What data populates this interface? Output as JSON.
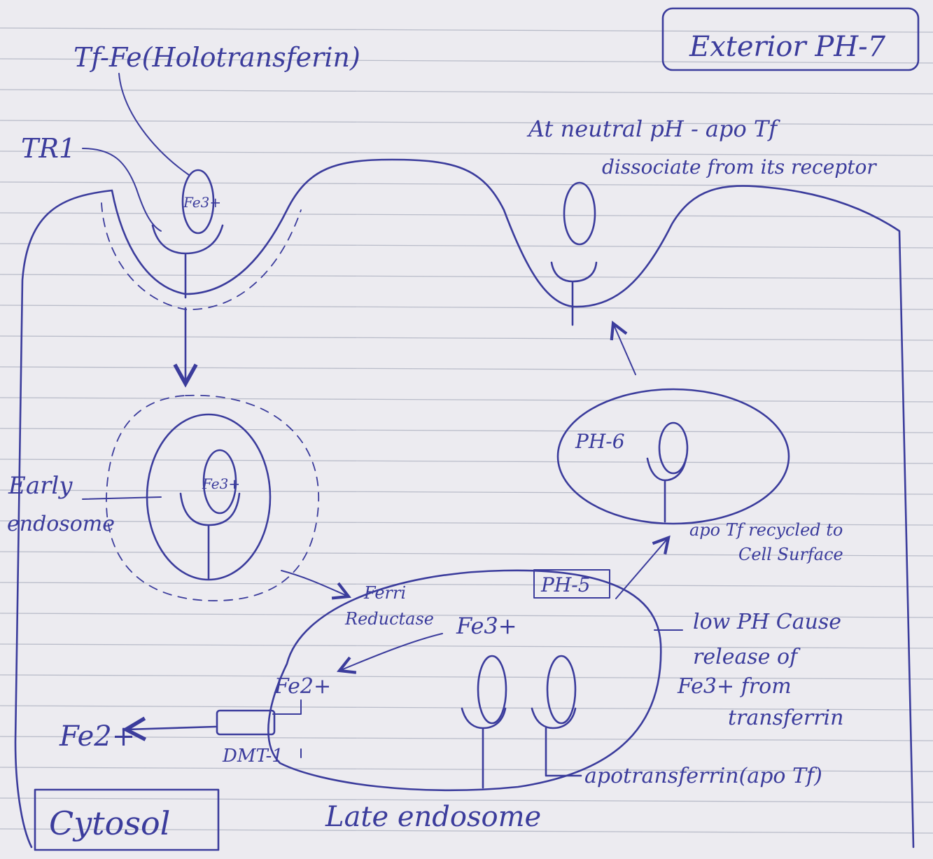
{
  "labels": {
    "exterior": "Exterior PH-7",
    "holotransferrin": "Tf-Fe(Holotransferin)",
    "tr1": "TR1",
    "neutral_1": "At neutral pH - apo Tf",
    "neutral_2": "dissociate from its receptor",
    "fe3_surface": "Fe3+",
    "fe3_early": "Fe3+",
    "early_1": "Early",
    "early_2": "endosome",
    "ph6": "PH-6",
    "recycled_1": "apo Tf recycled to",
    "recycled_2": "Cell Surface",
    "ph5": "PH-5",
    "ferri_1": "Ferri",
    "ferri_2": "Reductase",
    "fe3_late": "Fe3+",
    "fe2_late": "Fe2+",
    "lowph_1": "low PH Cause",
    "lowph_2": "release of",
    "lowph_3": "Fe3+ from",
    "lowph_4": "transferrin",
    "fe2_cytosol": "Fe2+",
    "dmt1": "DMT-1",
    "apotransferrin": "apotransferrin(apo Tf)",
    "cytosol": "Cytosol",
    "late_endosome": "Late endosome"
  },
  "colors": {
    "ink": "#3b3c9c",
    "paper": "#ecebf0",
    "rule": "#b9bcc9"
  }
}
